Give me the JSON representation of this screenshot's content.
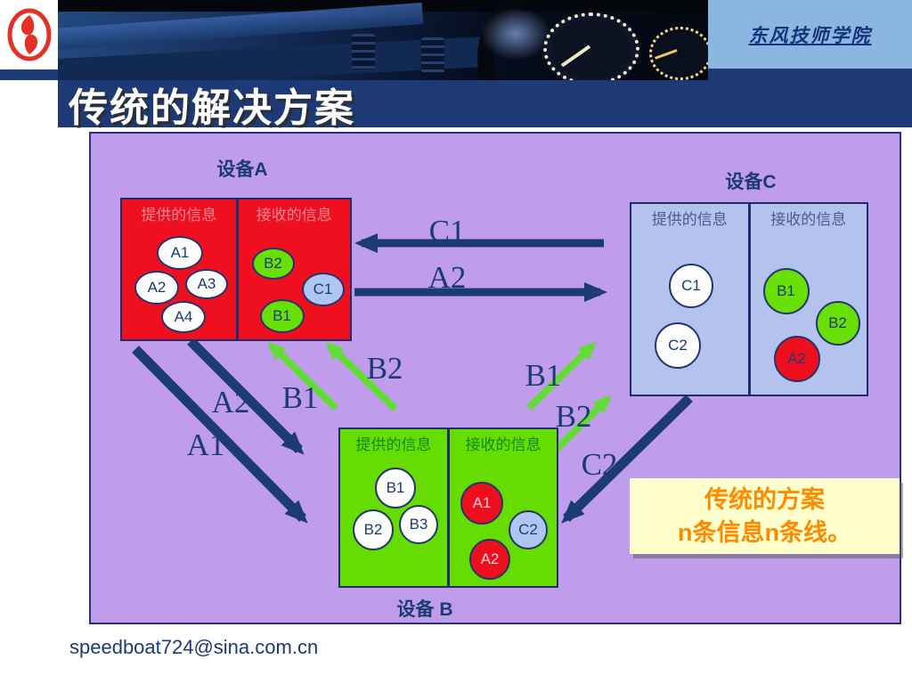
{
  "header": {
    "logo_name": "dongfeng-logo",
    "school_name": "东风技师学院",
    "title": "传统的解决方案"
  },
  "diagram": {
    "device_a": {
      "name": "设备A",
      "col1": "提供的信息",
      "col2": "接收的信息",
      "provided": [
        "A1",
        "A2",
        "A3",
        "A4"
      ],
      "received": [
        "B2",
        "C1",
        "B1"
      ]
    },
    "device_b": {
      "name": "设备 B",
      "col1": "提供的信息",
      "col2": "接收的信息",
      "provided": [
        "B1",
        "B2",
        "B3"
      ],
      "received": [
        "A1",
        "C2",
        "A2"
      ]
    },
    "device_c": {
      "name": "设备C",
      "col1": "提供的信息",
      "col2": "接收的信息",
      "provided": [
        "C1",
        "C2"
      ],
      "received": [
        "B1",
        "B2",
        "A2"
      ]
    },
    "arrow_labels": {
      "c1_to_a": "C1",
      "a2_to_c": "A2",
      "b2_to_a": "B2",
      "b1_to_a": "B1",
      "a2_to_b": "A2",
      "a1_to_b": "A1",
      "b1_to_c": "B1",
      "b2_to_c": "B2",
      "c2_to_b": "C2"
    },
    "note": {
      "line1": "传统的方案",
      "line2": "n条信息n条线。"
    }
  },
  "footer": {
    "email": "speedboat724@sina.com.cn"
  },
  "colors": {
    "navy": "#1c3a74",
    "purple_bg": "#bf9dea",
    "device_a_red": "#f00f1e",
    "device_b_green": "#65dd00",
    "device_c_blue": "#b4c2ee",
    "header_blue": "#8cb6e2",
    "note_bg": "#ffffcd",
    "note_text": "#ff8a00",
    "green_arrow": "#61dd35"
  }
}
